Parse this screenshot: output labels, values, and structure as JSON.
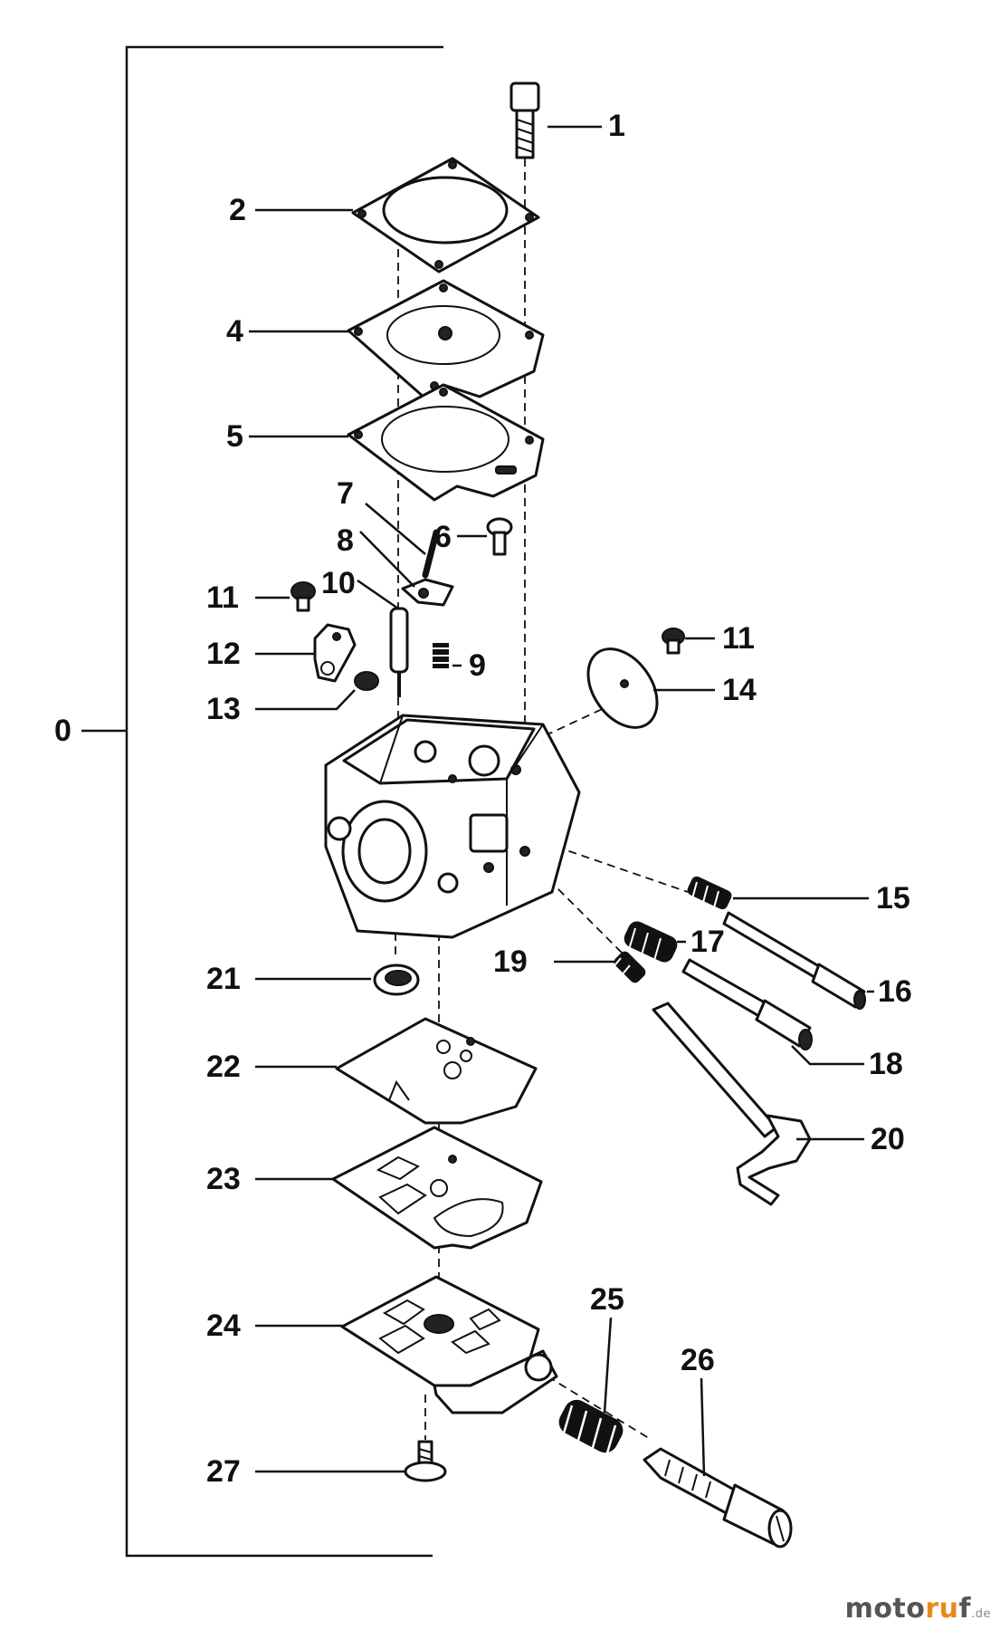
{
  "labels": {
    "l0": "0",
    "l1": "1",
    "l2": "2",
    "l4": "4",
    "l5": "5",
    "l6": "6",
    "l7": "7",
    "l8": "8",
    "l9": "9",
    "l10": "10",
    "l11a": "11",
    "l11b": "11",
    "l12": "12",
    "l13": "13",
    "l14": "14",
    "l15": "15",
    "l16": "16",
    "l17": "17",
    "l18": "18",
    "l19": "19",
    "l20": "20",
    "l21": "21",
    "l22": "22",
    "l23": "23",
    "l24": "24",
    "l25": "25",
    "l26": "26",
    "l27": "27"
  },
  "logo": {
    "part1": "moto",
    "part2": "ru",
    "part3": "f",
    "suffix": ".de"
  },
  "colors": {
    "line": "#111111",
    "logo_accent": "#e8891c",
    "logo_text": "#555555"
  }
}
